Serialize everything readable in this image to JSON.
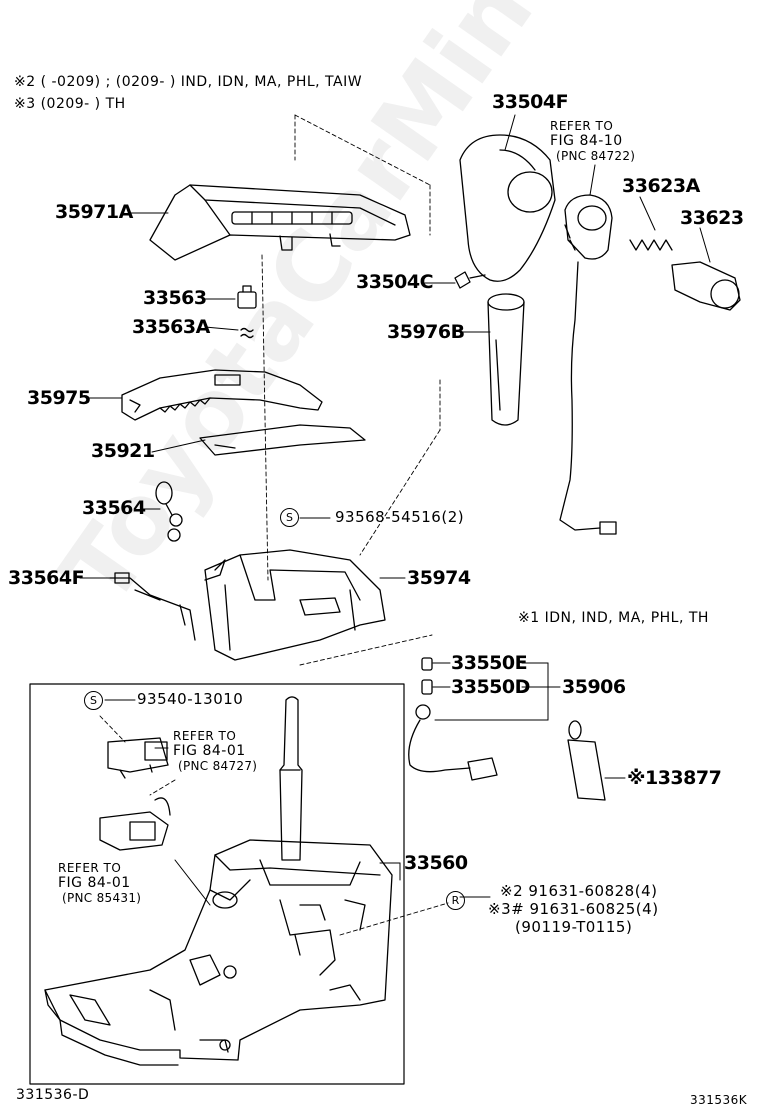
{
  "watermark": "ToyotaCarMinds.ru",
  "header": {
    "note2": "※2 (     -0209) ; (0209-       ) IND, IDN, MA, PHL, TAIW",
    "note3": "※3 (0209-       ) TH"
  },
  "note1": "※1 IDN, IND, MA, PHL, TH",
  "parts": {
    "p35971A": "35971A",
    "p33563": "33563",
    "p33563A": "33563A",
    "p35975": "35975",
    "p35921": "35921",
    "p33564": "33564",
    "p33564F": "33564F",
    "p33504F": "33504F",
    "p33504C": "33504C",
    "p35976B": "35976B",
    "p33623A": "33623A",
    "p33623": "33623",
    "p93568": "93568-54516(2)",
    "p35974": "35974",
    "p33550E": "33550E",
    "p33550D": "33550D",
    "p35906": "35906",
    "p33877": "※133877",
    "p93540": "93540-13010",
    "p33560": "33560",
    "p91631a": "※2 91631-60828(4)",
    "p91631b": "※3# 91631-60825(4)",
    "p90119": "(90119-T0115)"
  },
  "refs": {
    "ref1_a": "REFER TO",
    "ref1_b": "FIG 84-10",
    "ref1_c": "(PNC 84722)",
    "ref2_a": "REFER TO",
    "ref2_b": "FIG 84-01",
    "ref2_c": "(PNC 84727)",
    "ref3_a": "REFER TO",
    "ref3_b": "FIG 84-01",
    "ref3_c": "(PNC 85431)"
  },
  "symbols": {
    "s": "S",
    "r": "R"
  },
  "footer": {
    "left": "331536-D",
    "right": "331536K"
  }
}
